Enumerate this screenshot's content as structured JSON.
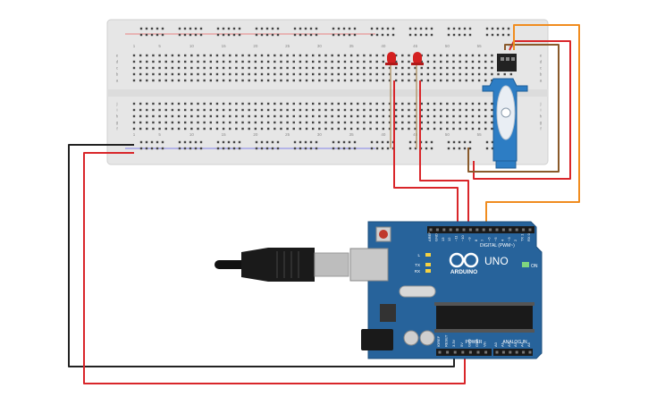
{
  "breadboard": {
    "column_numbers": [
      "1",
      "5",
      "10",
      "15",
      "20",
      "25",
      "30",
      "35",
      "40",
      "45",
      "50",
      "55",
      "60"
    ],
    "row_letters_top": [
      "a",
      "b",
      "c",
      "d",
      "e"
    ],
    "row_letters_bottom": [
      "f",
      "g",
      "h",
      "i",
      "j"
    ]
  },
  "arduino": {
    "logo": "ARDUINO",
    "model": "UNO",
    "digital_label": "DIGITAL (PWM~)",
    "power_label": "POWER",
    "analog_label": "ANALOG IN",
    "on_label": "ON",
    "tx_label": "TX",
    "rx_label": "RX",
    "l_label": "L",
    "digital_pins": [
      "AREF",
      "GND",
      "13",
      "12",
      "~11",
      "~10",
      "~9",
      "8",
      "7",
      "~6",
      "~5",
      "4",
      "~3",
      "2",
      "TX 1",
      "RX 0"
    ],
    "power_pins": [
      "IOREF",
      "RESET",
      "3.3V",
      "5V",
      "GND",
      "GND",
      "Vin"
    ],
    "analog_pins": [
      "A0",
      "A1",
      "A2",
      "A3",
      "A4",
      "A5"
    ]
  },
  "colors": {
    "breadboard": "#e6e6e6",
    "board_blue": "#27639b",
    "wire_red": "#d9262a",
    "wire_black": "#222222",
    "wire_orange": "#f08c1f",
    "wire_brown": "#8a5a2b",
    "servo_blue": "#2d7dc4",
    "led_red": "#d42020"
  }
}
